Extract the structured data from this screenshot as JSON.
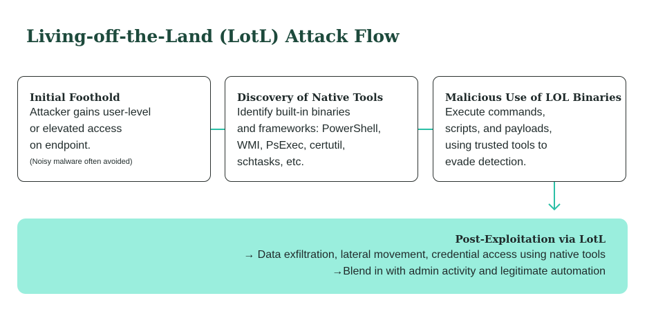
{
  "title": "Living-off-the-Land (LotL) Attack Flow",
  "steps": [
    {
      "title": "Initial Foothold",
      "body_lines": [
        "Attacker gains user-level",
        "or elevated access",
        "on endpoint."
      ],
      "note": "(Noisy malware often avoided)"
    },
    {
      "title": "Discovery of Native Tools",
      "body_lines": [
        "Identify built-in binaries",
        "and frameworks: PowerShell,",
        "WMI, PsExec, certutil,",
        "schtasks, etc."
      ]
    },
    {
      "title": "Malicious Use of LOL Binaries",
      "body_lines": [
        "Execute commands,",
        "scripts, and payloads,",
        "using trusted tools to",
        "evade detection."
      ]
    }
  ],
  "result": {
    "title": "Post-Exploitation via LotL",
    "lines": [
      "→ Data exfiltration, lateral movement, credential access using native tools",
      "→Blend in with admin activity and legitimate automation"
    ]
  },
  "colors": {
    "title": "#1d4a3c",
    "connector": "#2bbfa6",
    "result_bg": "#9aeedd",
    "box_border": "#2c3230"
  }
}
